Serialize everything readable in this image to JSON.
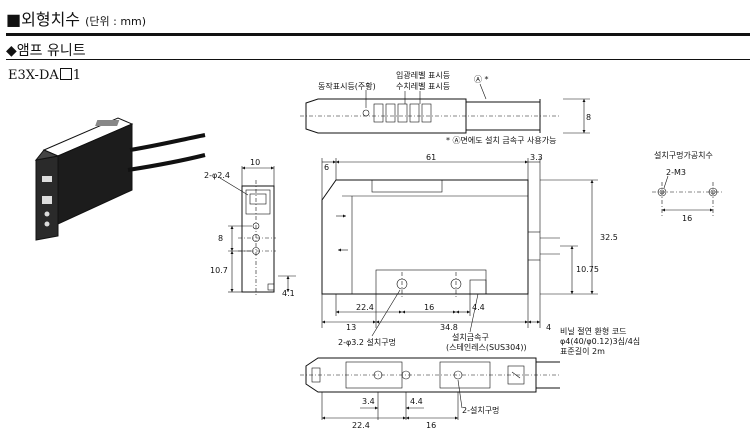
{
  "header": {
    "title_marker": "■",
    "title": "외형치수",
    "unit": "(단위 : mm)",
    "subtitle_marker": "◆",
    "subtitle": "앰프 유니트",
    "model_prefix": "E3X-DA",
    "model_suffix": "1"
  },
  "top_view": {
    "label_operation": "동작표시등(주황)",
    "label_input_level": "입광레벨 표시등",
    "label_digital_level": "수치레벨 표시등",
    "label_a_star": "Ⓐ *",
    "height_dim": "8",
    "note": "* Ⓐ면에도 설치 금속구 사용가능"
  },
  "side_view": {
    "dim_left": "10",
    "dim_hole": "2-φ2.4",
    "dim_8": "8",
    "dim_10_7": "10.7",
    "dim_4_1": "4.1"
  },
  "front_view": {
    "dim_6": "6",
    "dim_61": "61",
    "dim_3_3": "3.3",
    "dim_32_5": "32.5",
    "dim_10_75": "10.75",
    "dim_22_4": "22.4",
    "dim_16": "16",
    "dim_4_4": "4.4",
    "dim_13": "13",
    "dim_34_8": "34.8",
    "dim_4": "4",
    "label_mount_holes": "2-φ3.2 설치구멍",
    "label_bracket_1": "설치금속구",
    "label_bracket_2": "(스테인레스(SUS304))",
    "label_cable_1": "비닐 절연 환형 코드",
    "label_cable_2": "φ4(40/φ0.12)3심/4심",
    "label_cable_3": "표준길이 2m"
  },
  "hole_pattern": {
    "title": "설치구멍가공치수",
    "label_m3": "2-M3",
    "dim_16": "16"
  },
  "bottom_view": {
    "dim_3_4": "3.4",
    "dim_4_4": "4.4",
    "dim_22_4": "22.4",
    "dim_16": "16",
    "label_mount_holes": "2-설치구멍"
  }
}
